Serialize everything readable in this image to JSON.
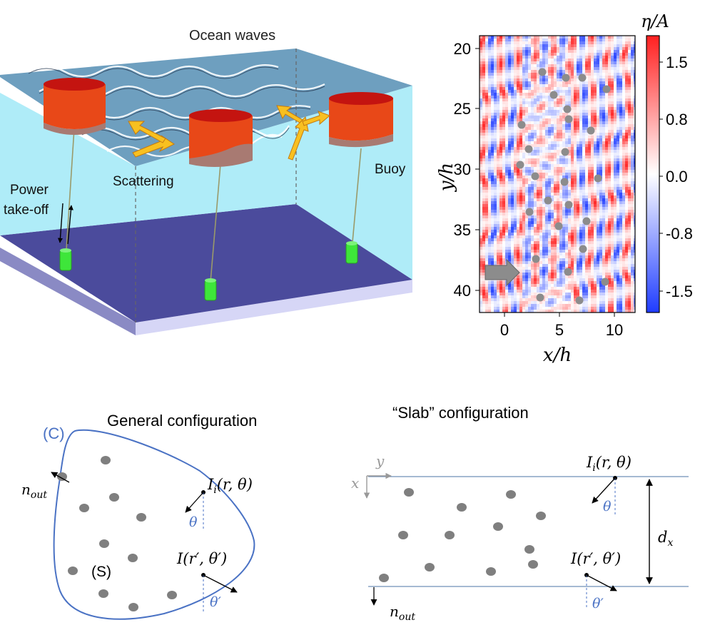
{
  "panel_a": {
    "label_waves": "Ocean waves",
    "label_scattering": "Scattering",
    "label_buoy": "Buoy",
    "label_power_1": "Power",
    "label_power_2": "take-off",
    "colors": {
      "sky_water": "#abebf8",
      "surface": "#6e9fbf",
      "seabed": "#4b4b9c",
      "buoy_red": "#e84818",
      "buoy_top": "#c41410",
      "anchor": "#3ee63a",
      "arrow": "#f8c020"
    }
  },
  "panel_b": {
    "colorbar_title": "η/A",
    "xlabel": "x/h",
    "ylabel": "y/h",
    "x_ticks": [
      "0",
      "5",
      "10"
    ],
    "y_ticks": [
      "20",
      "25",
      "30",
      "35",
      "40"
    ],
    "cbar_ticks": [
      "1.5",
      "0.8",
      "0.0",
      "-0.8",
      "-1.5"
    ],
    "colormap": [
      "#1f3cff",
      "#ffffff",
      "#ff2020"
    ]
  },
  "panel_c": {
    "title": "General configuration",
    "label_C": "(C)",
    "label_S": "(S)",
    "n_out_base": "n",
    "n_out_sub": "out",
    "I_in_base": "I",
    "I_in_sub": "i",
    "I_in_args": "(r, θ)",
    "theta": "θ",
    "I_out_text": "I(r′, θ′)",
    "theta_prime": "θ′",
    "boundary_color": "#4a72c4"
  },
  "panel_d": {
    "title": "“Slab” configuration",
    "axis_y": "y",
    "axis_x": "x",
    "I_in_base": "I",
    "I_in_sub": "i",
    "I_in_args": "(r, θ)",
    "theta": "θ",
    "I_out_text": "I(r′, θ′)",
    "theta_prime": "θ′",
    "d_base": "d",
    "d_sub": "x",
    "n_out_base": "n",
    "n_out_sub": "out"
  }
}
